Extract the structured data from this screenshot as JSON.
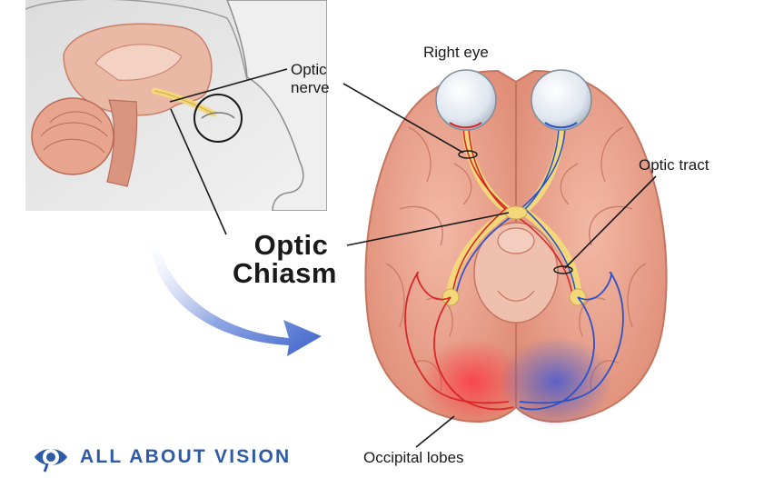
{
  "labels": {
    "optic_nerve": [
      "Optic",
      "nerve"
    ],
    "right_eye": "Right eye",
    "optic_tract": "Optic tract",
    "optic_chiasm": [
      "Optic",
      "Chiasm"
    ],
    "occipital_lobes": "Occipital lobes"
  },
  "brand": {
    "name": "ALL ABOUT VISION",
    "icon": "eye-logo-icon",
    "color": "#2f5aa6"
  },
  "colors": {
    "brain": "#e8a08a",
    "nerve": "#f3d77a",
    "left_field": "#d62828",
    "right_field": "#2b52c7",
    "arrow": "#5b7fd1"
  }
}
